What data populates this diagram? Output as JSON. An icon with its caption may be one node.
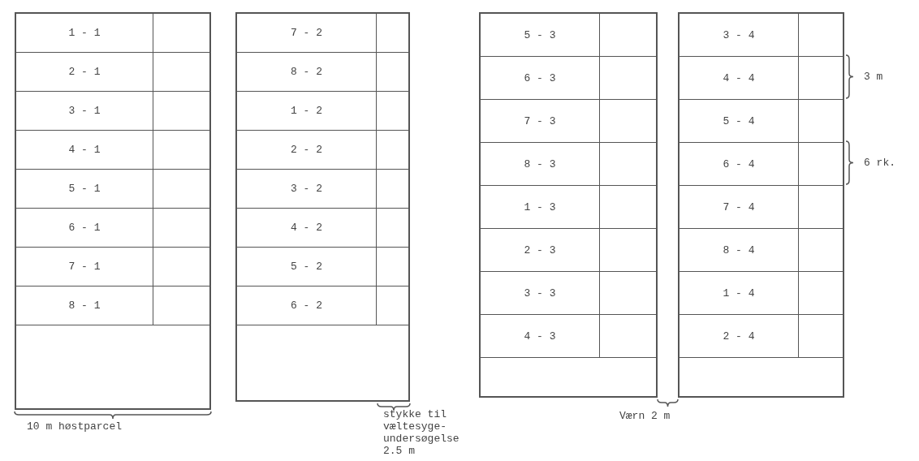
{
  "diagram": {
    "nodes": [
      {
        "text": [
          "1 - 1"
        ]
      },
      {
        "text": [
          "2 - 1"
        ]
      },
      {
        "text": [
          "3 - 1"
        ]
      },
      {
        "text": [
          "4 - 1"
        ]
      },
      {
        "text": [
          "5 - 1"
        ]
      },
      {
        "text": [
          "6 - 1"
        ]
      },
      {
        "text": [
          "7 - 1"
        ]
      },
      {
        "text": [
          "8 - 1"
        ]
      },
      {
        "text": [
          "7 - 2"
        ]
      },
      {
        "text": [
          "8 - 2"
        ]
      },
      {
        "text": [
          "1 - 2"
        ]
      },
      {
        "text": [
          "2 - 2"
        ]
      },
      {
        "text": [
          "3 - 2"
        ]
      },
      {
        "text": [
          "4 - 2"
        ]
      },
      {
        "text": [
          "5 - 2"
        ]
      },
      {
        "text": [
          "6 - 2"
        ]
      },
      {
        "text": [
          "5 - 3"
        ]
      },
      {
        "text": [
          "6 - 3"
        ]
      },
      {
        "text": [
          "7 - 3"
        ]
      },
      {
        "text": [
          "8 - 3"
        ]
      },
      {
        "text": [
          "1 - 3"
        ]
      },
      {
        "text": [
          "2 - 3"
        ]
      },
      {
        "text": [
          "3 - 3"
        ]
      },
      {
        "text": [
          "4 - 3"
        ]
      },
      {
        "text": [
          "3 - 4"
        ]
      },
      {
        "text": [
          "4 - 4"
        ]
      },
      {
        "text": [
          "5 - 4"
        ]
      },
      {
        "text": [
          "6 - 4"
        ]
      },
      {
        "text": [
          "7 - 4"
        ]
      },
      {
        "text": [
          "8 - 4"
        ]
      },
      {
        "text": [
          "1 - 4"
        ]
      },
      {
        "text": [
          "2 - 4"
        ]
      }
    ],
    "labels": [
      "3 m",
      "6 rk.",
      "10 m høstparcel",
      "stykke til væltesyge- undersøgelse 2.5 m",
      "Værn 2 m"
    ]
  }
}
